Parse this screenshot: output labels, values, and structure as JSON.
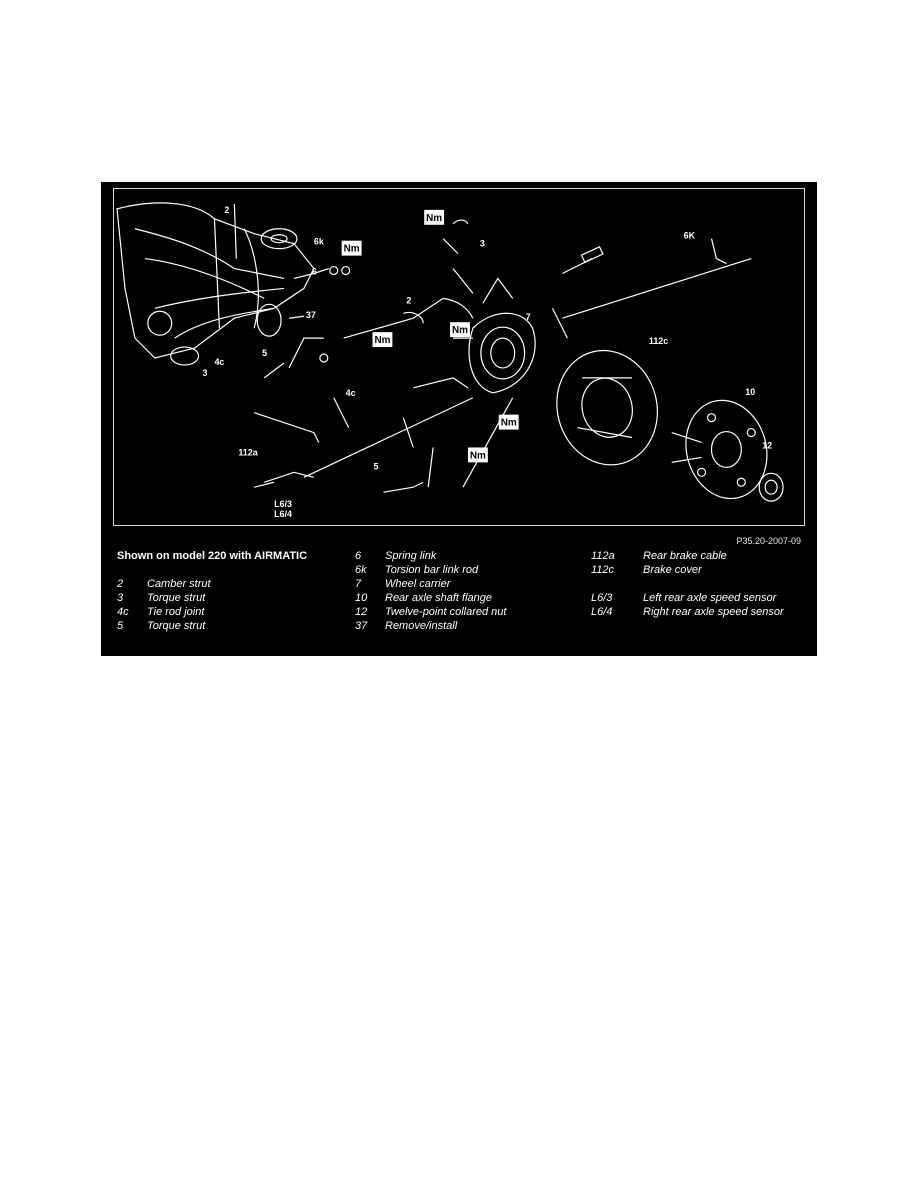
{
  "figure": {
    "reference": "P35.20-2007-09",
    "callouts": {
      "c2a": "2",
      "c6k_left": "6k",
      "c6": "6",
      "c37": "37",
      "c5a": "5",
      "c4c_small": "4c",
      "c3a": "3",
      "c3b": "3",
      "c2b": "2",
      "c7": "7",
      "c4c": "4c",
      "c112a": "112a",
      "c5b": "5",
      "cL63": "L6/3",
      "cL64": "L6/4",
      "c112c": "112c",
      "c10": "10",
      "c12": "12",
      "c6k_right": "6K"
    },
    "torque_label": "Nm"
  },
  "legend": {
    "heading": "Shown on model 220 with AIRMATIC",
    "col1": [
      {
        "code": "2",
        "desc": "Camber strut"
      },
      {
        "code": "3",
        "desc": "Torque strut"
      },
      {
        "code": "4c",
        "desc": "Tie rod joint"
      },
      {
        "code": "5",
        "desc": "Torque strut"
      }
    ],
    "col2": [
      {
        "code": "6",
        "desc": "Spring link"
      },
      {
        "code": "6k",
        "desc": "Torsion bar link rod"
      },
      {
        "code": "7",
        "desc": "Wheel carrier"
      },
      {
        "code": "10",
        "desc": "Rear axle shaft flange"
      },
      {
        "code": "12",
        "desc": "Twelve-point collared nut"
      },
      {
        "code": "37",
        "desc": "Remove/install"
      }
    ],
    "col3": [
      {
        "code": "112a",
        "desc": "Rear brake cable"
      },
      {
        "code": "112c",
        "desc": "Brake cover"
      },
      {
        "code": "L6/3",
        "desc": "Left rear axle speed sensor"
      },
      {
        "code": "L6/4",
        "desc": "Right rear axle speed sensor"
      }
    ]
  }
}
